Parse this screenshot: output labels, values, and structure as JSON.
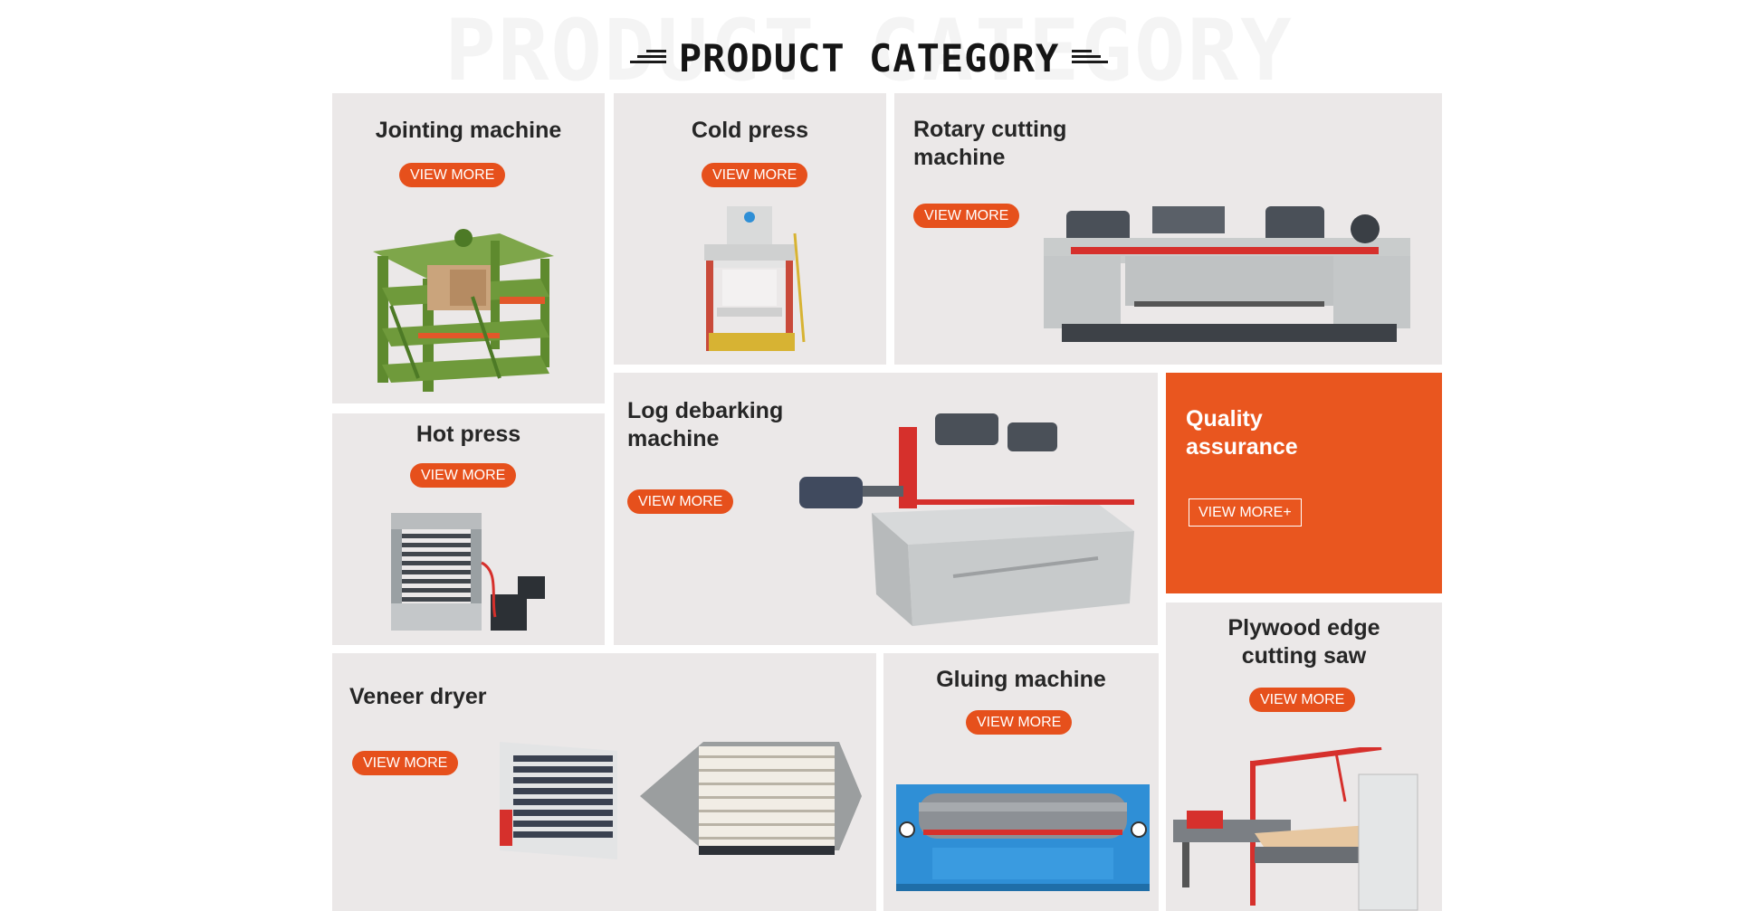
{
  "header": {
    "title": "PRODUCT CATEGORY",
    "background_title": "PRODUCT CATEGORY"
  },
  "cards": {
    "jointing": {
      "title": "Jointing machine",
      "button": "VIEW MORE",
      "image": "jointing-machine-image"
    },
    "cold_press": {
      "title": "Cold press",
      "button": "VIEW MORE",
      "image": "cold-press-image"
    },
    "rotary": {
      "title_line1": "Rotary cutting",
      "title_line2": "machine",
      "button": "VIEW MORE",
      "image": "rotary-cutting-machine-image"
    },
    "hot_press": {
      "title": "Hot press",
      "button": "VIEW MORE",
      "image": "hot-press-image"
    },
    "log_debarking": {
      "title_line1": "Log debarking",
      "title_line2": "machine",
      "button": "VIEW MORE",
      "image": "log-debarking-machine-image"
    },
    "quality": {
      "title_line1": "Quality",
      "title_line2": "assurance",
      "button": "VIEW MORE+"
    },
    "veneer_dryer": {
      "title": "Veneer dryer",
      "button": "VIEW MORE",
      "image": "veneer-dryer-image"
    },
    "gluing": {
      "title": "Gluing machine",
      "button": "VIEW MORE",
      "image": "gluing-machine-image"
    },
    "plywood_saw": {
      "title_line1": "Plywood edge",
      "title_line2": "cutting saw",
      "button": "VIEW MORE",
      "image": "plywood-edge-saw-image"
    }
  },
  "colors": {
    "accent": "#e6501c",
    "card_bg": "#ebe8e8",
    "quality_bg": "#e9561f",
    "text_dark": "#262626",
    "machine_green": "#6f9a3b",
    "machine_gray": "#c9cccc",
    "machine_blue": "#2f8fd6",
    "machine_red": "#d6302c"
  }
}
